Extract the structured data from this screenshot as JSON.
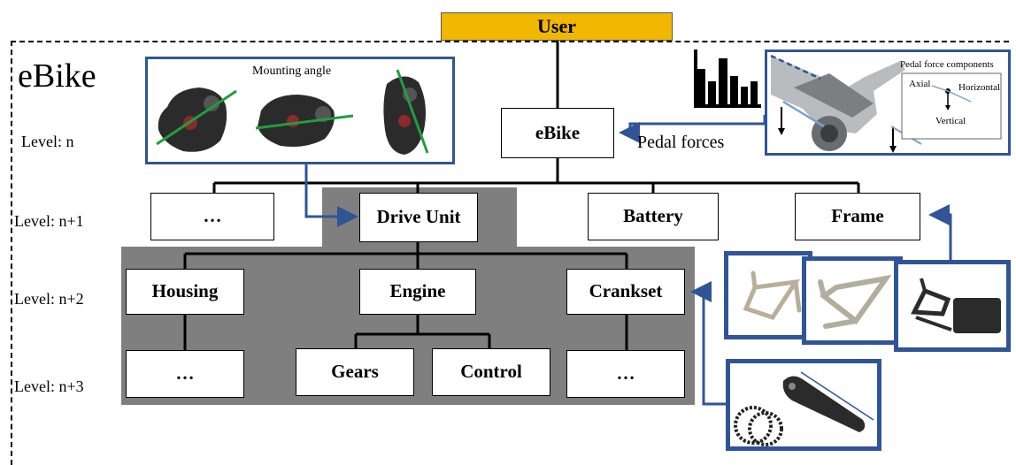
{
  "diagram": {
    "system_label": "eBike",
    "user_node": "User",
    "levels": [
      "Level: n",
      "Level: n+1",
      "Level: n+2",
      "Level: n+3"
    ],
    "nodes": {
      "ebike": "eBike",
      "level1": [
        "…",
        "Drive Unit",
        "Battery",
        "Frame"
      ],
      "level2": [
        "Housing",
        "Engine",
        "Crankset"
      ],
      "level3": [
        "…",
        "Gears",
        "Control",
        "…"
      ]
    },
    "pedal_forces_label": "Pedal forces",
    "mounting_panel": {
      "title": "Mounting angle"
    },
    "force_panel": {
      "title": "Pedal force components",
      "axes": [
        "Axial",
        "Horizontal",
        "Vertical"
      ]
    },
    "colors": {
      "user_fill": "#f2b700",
      "connector_blue": "#2f5597",
      "subsystem_grey": "#7f7f7f",
      "angle_line": "#1f9e3f"
    },
    "icons": [
      "bar-chart-icon",
      "drive-unit-photo",
      "frame-photo",
      "crank-arm-photo"
    ]
  }
}
